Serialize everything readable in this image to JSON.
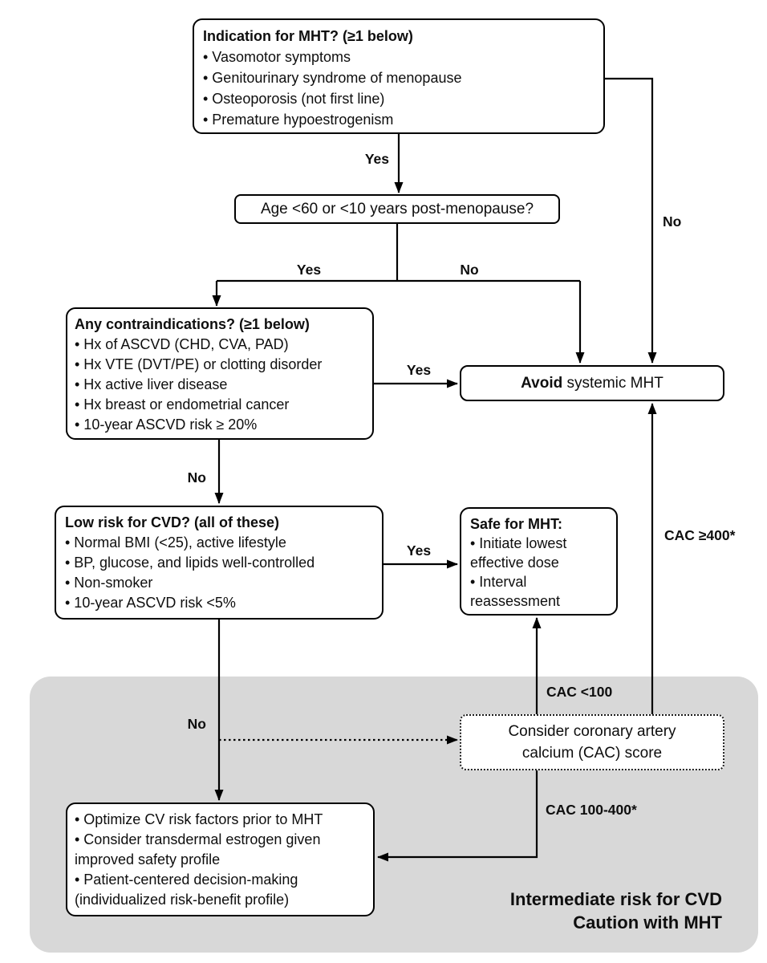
{
  "diagram": {
    "boxes": {
      "indication": {
        "title": "Indication for MHT? (≥1 below)",
        "bullets": [
          "• Vasomotor symptoms",
          "• Genitourinary syndrome of menopause",
          "• Osteoporosis (not first line)",
          "• Premature hypoestrogenism"
        ]
      },
      "age": {
        "text": "Age <60 or <10 years post-menopause?"
      },
      "contraindications": {
        "title": "Any contraindications? (≥1 below)",
        "bullets": [
          "• Hx of ASCVD (CHD, CVA, PAD)",
          "• Hx VTE (DVT/PE) or clotting disorder",
          "• Hx active liver disease",
          "• Hx breast or endometrial cancer",
          "• 10-year ASCVD risk ≥ 20%"
        ]
      },
      "avoid": {
        "emphasis": "Avoid",
        "rest": " systemic MHT"
      },
      "low_risk": {
        "title": "Low risk for CVD? (all of these)",
        "bullets": [
          "• Normal BMI (<25), active lifestyle",
          "• BP, glucose, and lipids well-controlled",
          "• Non-smoker",
          "• 10-year ASCVD risk <5%"
        ]
      },
      "safe": {
        "title": "Safe for MHT:",
        "bullets": [
          "• Initiate lowest effective dose",
          "• Interval reassessment"
        ]
      },
      "cac_score": {
        "line1": "Consider coronary artery",
        "line2": "calcium (CAC) score"
      },
      "optimize": {
        "bullets": [
          "• Optimize CV risk factors prior to MHT",
          "• Consider transdermal estrogen given improved safety profile",
          "• Patient-centered decision-making (individualized risk-benefit profile)"
        ]
      }
    },
    "labels": {
      "yes": "Yes",
      "no": "No",
      "cac_lt_100": "CAC <100",
      "cac_ge_400": "CAC ≥400*",
      "cac_100_400": "CAC 100-400*"
    },
    "zone": {
      "line1": "Intermediate risk for CVD",
      "line2": "Caution with MHT"
    },
    "colors": {
      "zone_fill": "#d8d8d8",
      "stroke": "#000000",
      "box_fill": "#ffffff"
    }
  }
}
